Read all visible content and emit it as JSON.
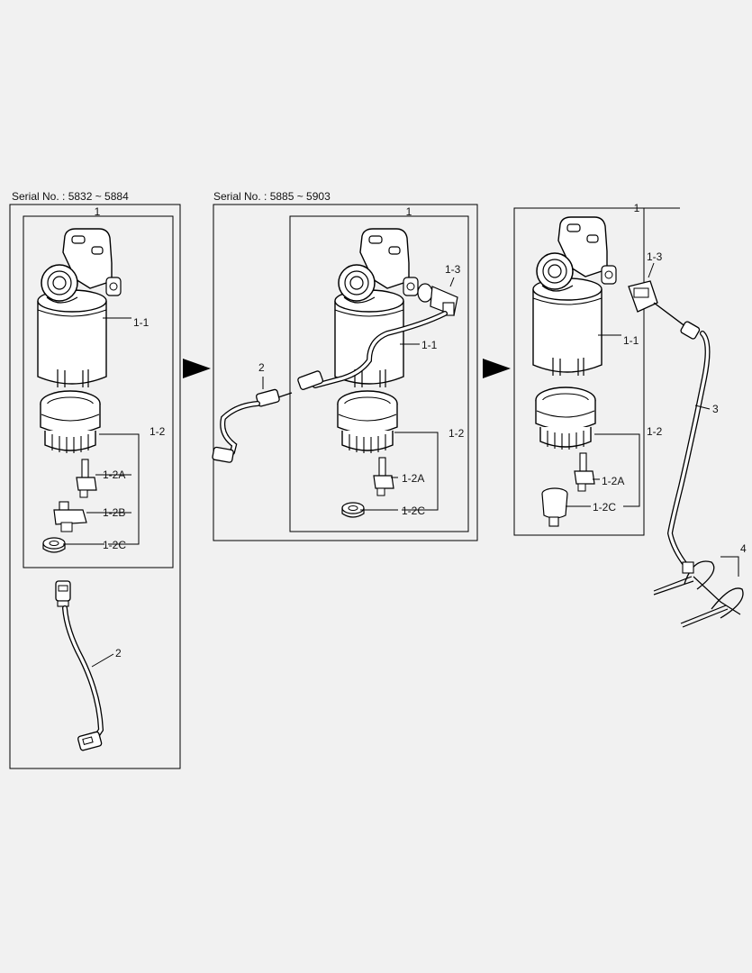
{
  "panels": {
    "left": {
      "serial": "Serial No. : 5832 ~ 5884"
    },
    "middle": {
      "serial": "Serial No. : 5885 ~ 5903"
    },
    "right": {
      "serial": ""
    }
  },
  "callouts": {
    "c1": "1",
    "c1_1": "1-1",
    "c1_2": "1-2",
    "c1_2A": "1-2A",
    "c1_2B": "1-2B",
    "c1_2C": "1-2C",
    "c1_3": "1-3",
    "c2": "2",
    "c3": "3",
    "c4": "4"
  },
  "icons": {
    "arrow": "right-pointing-triangle-icon"
  }
}
